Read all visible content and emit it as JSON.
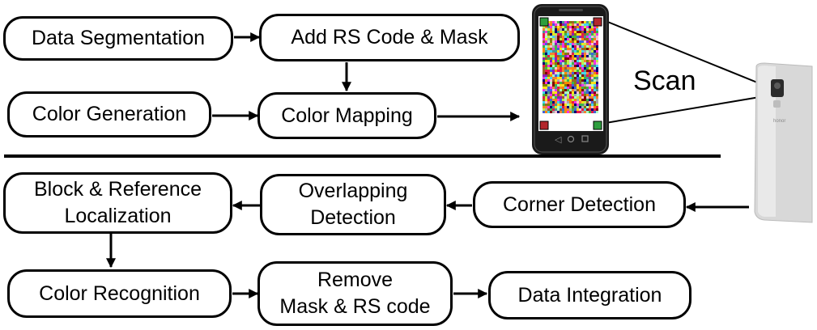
{
  "boxes": {
    "data_segmentation": "Data Segmentation",
    "add_rs_code_mask": "Add RS Code & Mask",
    "color_generation": "Color Generation",
    "color_mapping": "Color Mapping",
    "block_reference_localization": "Block & Reference\nLocalization",
    "overlapping_detection": "Overlapping\nDetection",
    "corner_detection": "Corner Detection",
    "color_recognition": "Color Recognition",
    "remove_mask_rs_code": "Remove\nMask & RS code",
    "data_integration": "Data Integration"
  },
  "scan_label": "Scan",
  "phone_brand": "honor",
  "colors": {
    "stroke": "#000000",
    "background": "#ffffff",
    "phone_body": "#1a1a1a",
    "receiver_body": "#d8d8d8",
    "code_corner_green": "#2e9e3e",
    "code_corner_red": "#b3272d"
  },
  "icons": [
    "smartphone-with-color-code-icon",
    "receiving-phone-icon"
  ]
}
